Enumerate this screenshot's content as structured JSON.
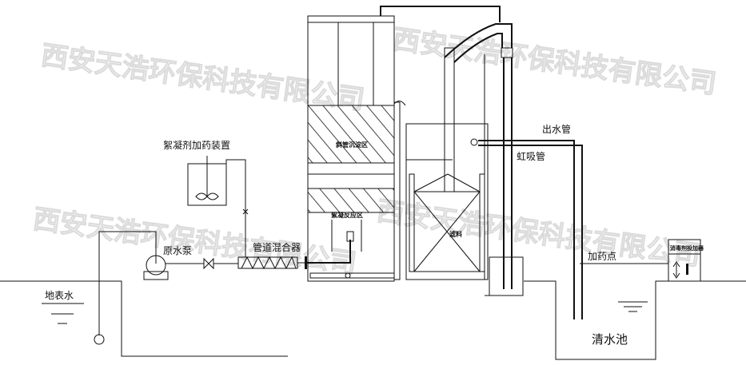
{
  "labels": {
    "surface_water": "地表水",
    "raw_pump": "原水泵",
    "flocculant_dosing": "絮凝剂加药装置",
    "pipe_mixer": "管道混合器",
    "inclined_tube_zone": "斜管沉淀区",
    "flocculation_zone": "絮凝反应区",
    "filter_media": "滤料",
    "outlet_pipe": "出水管",
    "siphon_pipe": "虹吸管",
    "dosing_point": "加药点",
    "clear_water_tank": "清水池",
    "disinfectant_dosing": "消毒剂投加器"
  },
  "watermark": {
    "text": "西安天浩环保科技有限公司"
  }
}
